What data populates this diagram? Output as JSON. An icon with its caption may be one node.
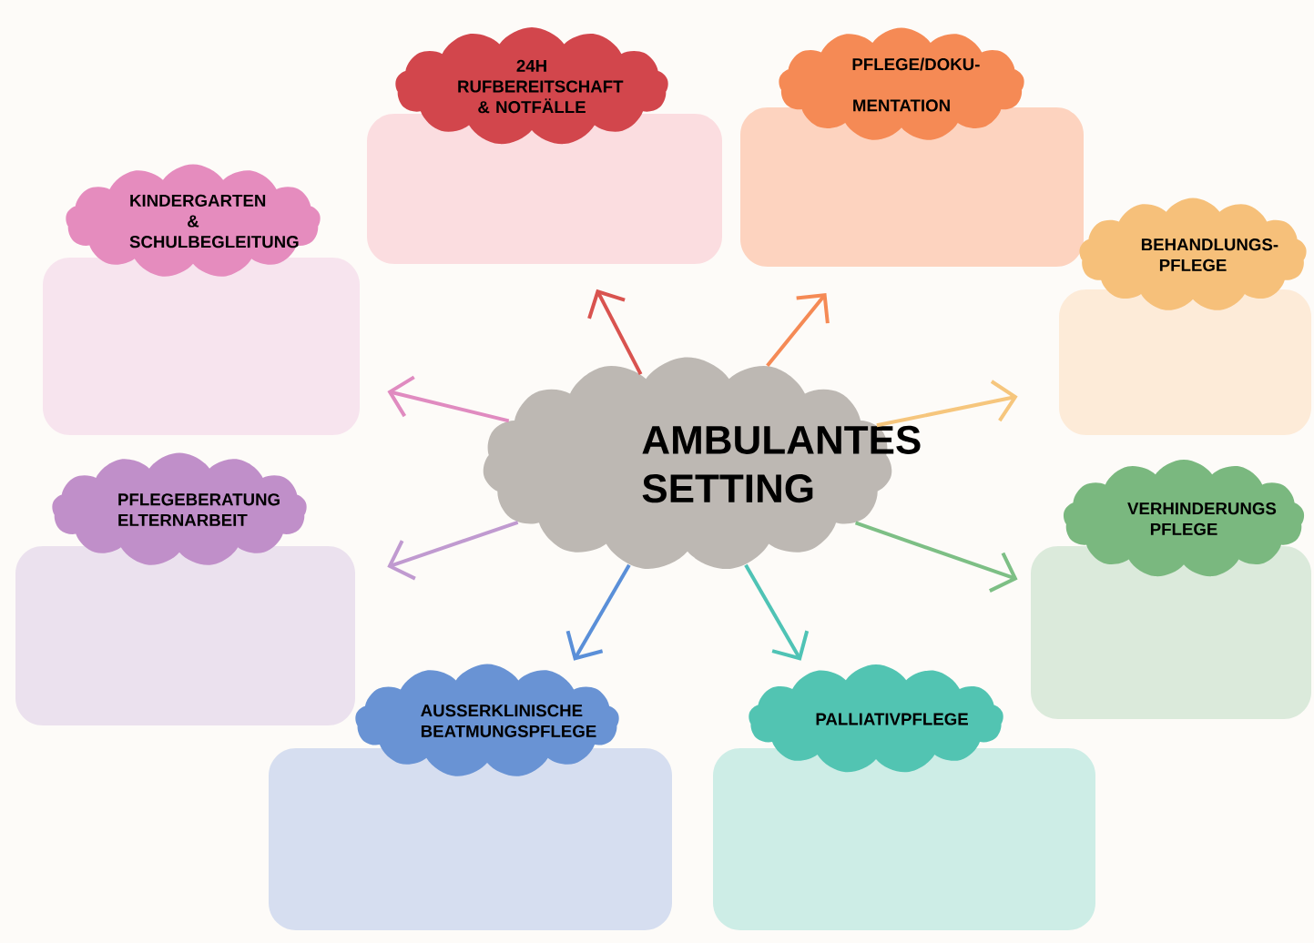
{
  "diagram": {
    "nodes": [
      {
        "text": [
          "24H RUFBEREITSCHAFT & NOTFÄLLE"
        ]
      },
      {
        "text": [
          "PFLEGE/DOKU- MENTATION"
        ]
      },
      {
        "text": [
          "KINDERGARTEN & SCHULBEGLEITUNG"
        ]
      },
      {
        "text": [
          "BEHANDLUNGS- PFLEGE"
        ]
      },
      {
        "text": [
          "AMBULANTES SETTING"
        ]
      },
      {
        "text": [
          "PFLEGEBERATUNG ELTERNARBEIT"
        ]
      },
      {
        "text": [
          "VERHINDERUNGS PFLEGE"
        ]
      },
      {
        "text": [
          "AUSSERKLINISCHE BEATMUNGSPFLEGE"
        ]
      },
      {
        "text": [
          "PALLIATIVPFLEGE"
        ]
      }
    ],
    "edges": [
      {
        "from": 4,
        "to": 0,
        "arrow": "to",
        "color": "#d9534f"
      },
      {
        "from": 4,
        "to": 1,
        "arrow": "to",
        "color": "#f58a55"
      },
      {
        "from": 4,
        "to": 2,
        "arrow": "to",
        "color": "#e08bc0"
      },
      {
        "from": 4,
        "to": 3,
        "arrow": "to",
        "color": "#f6c67d"
      },
      {
        "from": 4,
        "to": 5,
        "arrow": "to",
        "color": "#c09ad0"
      },
      {
        "from": 4,
        "to": 6,
        "arrow": "to",
        "color": "#7dbf85"
      },
      {
        "from": 4,
        "to": 7,
        "arrow": "to",
        "color": "#5a8fd8"
      },
      {
        "from": 4,
        "to": 8,
        "arrow": "to",
        "color": "#4fc3b5"
      }
    ]
  }
}
